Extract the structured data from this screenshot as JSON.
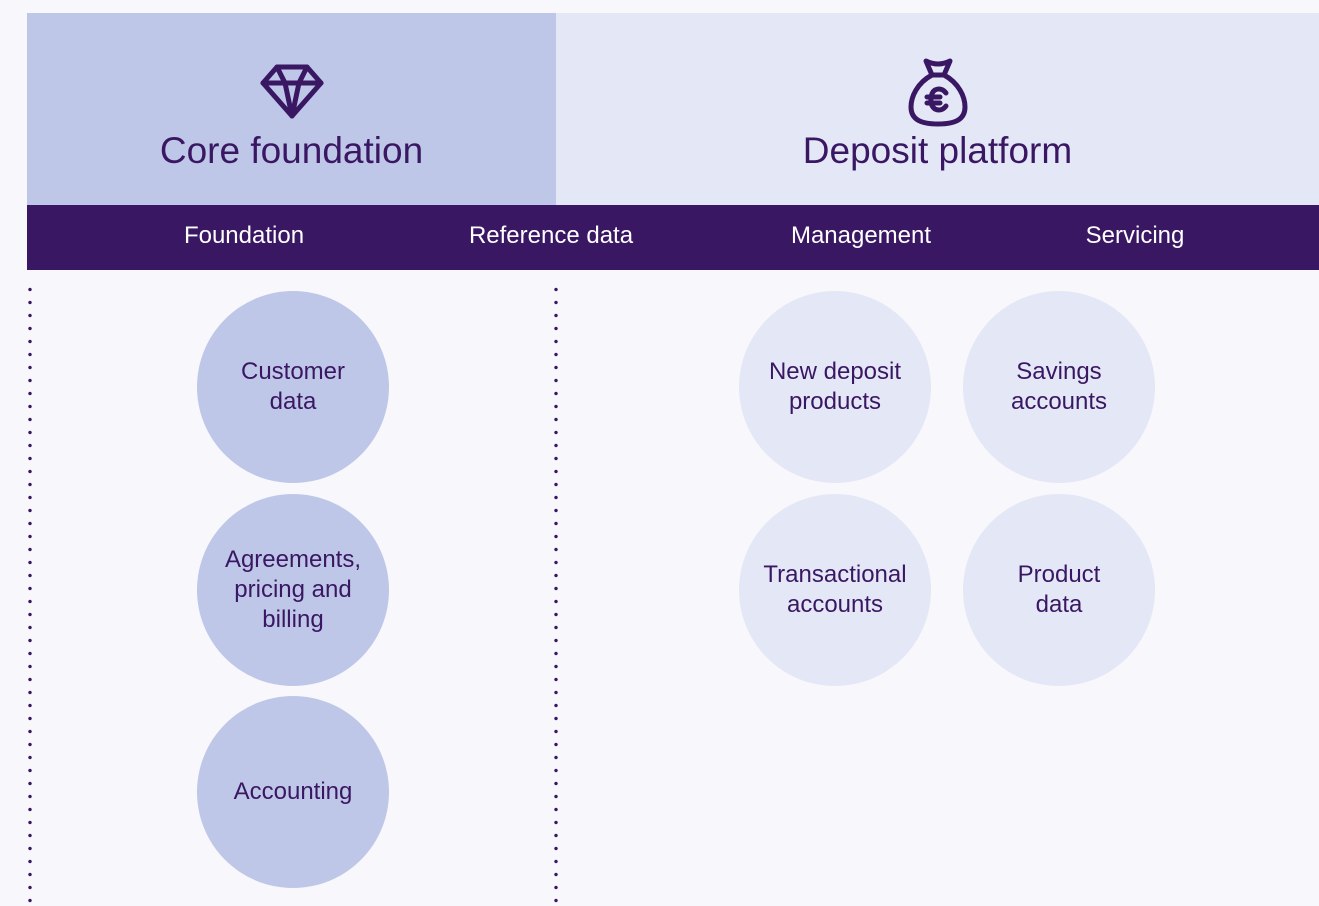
{
  "columns": {
    "core": {
      "title": "Core foundation",
      "icon": "diamond-icon",
      "color": "#bec7e7"
    },
    "deposit": {
      "title": "Deposit platform",
      "icon": "money-bag-euro-icon",
      "color": "#e4e8f6"
    }
  },
  "tabs": [
    "Foundation",
    "Reference data",
    "Management",
    "Servicing"
  ],
  "core_items": [
    "Customer\ndata",
    "Agreements,\npricing and\nbilling",
    "Accounting"
  ],
  "deposit_items": [
    "New deposit\nproducts",
    "Savings\naccounts",
    "Transactional\naccounts",
    "Product\ndata"
  ],
  "colors": {
    "accent": "#3a1763",
    "background": "#f7f7fc"
  }
}
